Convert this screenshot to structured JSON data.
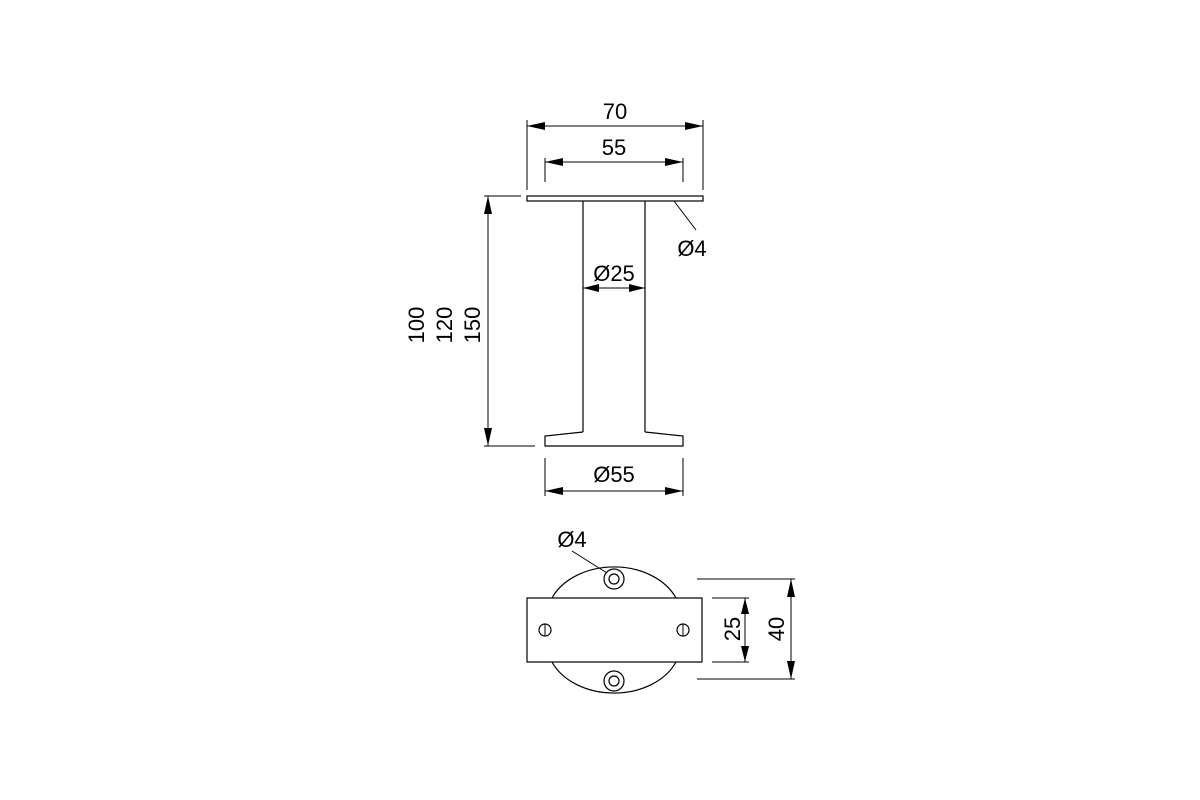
{
  "colors": {
    "line": "#000000",
    "background": "#ffffff"
  },
  "side_view": {
    "dim_plate_width": "70",
    "dim_hole_spacing": "55",
    "dim_hole_diameter": "Ø4",
    "dim_tube_diameter": "Ø25",
    "dim_heights": [
      "100",
      "120",
      "150"
    ],
    "dim_base_diameter": "Ø55"
  },
  "bottom_view": {
    "dim_hole_diameter": "Ø4",
    "dim_bracket_width": "25",
    "dim_overall_width": "40"
  }
}
